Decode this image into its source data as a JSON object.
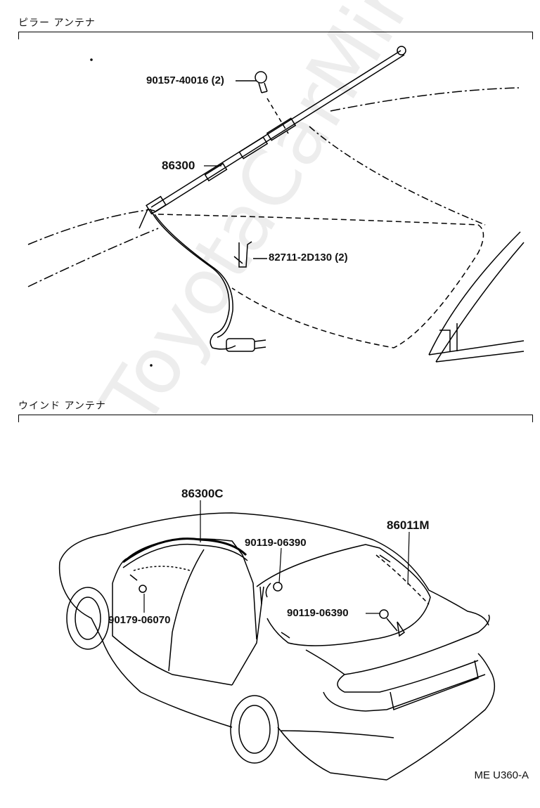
{
  "sections": {
    "pillar": {
      "title": "ピラー アンテナ"
    },
    "window": {
      "title": "ウインド アンテナ"
    }
  },
  "parts": {
    "p1": "90157-40016 (2)",
    "p2": "86300",
    "p3": "82711-2D130 (2)",
    "p4": "86300C",
    "p5": "86011M",
    "p6": "90119-06390",
    "p7": "90179-06070",
    "p8": "90119-06390"
  },
  "watermark": "ToyotaCarMine.ru",
  "diagram_code": "ME U360-A"
}
